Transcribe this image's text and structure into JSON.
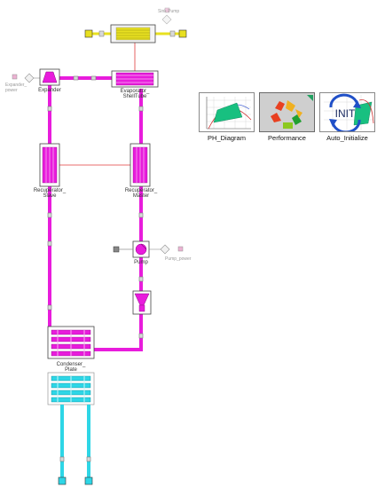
{
  "components": {
    "sink_pump": "Sink Pump",
    "expander_power": "Expander_\npower",
    "expander": "Expander",
    "evaporator": "Evaporator_\nShellTube",
    "recuperator_slave": "Recuperator_\nSlave",
    "recuperator_master": "Recuperator_\nMaster",
    "pump": "Pump",
    "pump_power": "Pump_power",
    "condenser": "Condenser_\nPlate"
  },
  "tools": [
    {
      "label": "PH_Diagram",
      "icon": "ph-diagram-chart-icon"
    },
    {
      "label": "Performance",
      "icon": "recycle-icon"
    },
    {
      "label": "Auto_Initialize",
      "icon": "init-refresh-icon"
    }
  ],
  "init_text": "INIT",
  "colors": {
    "working_fluid": "#e81cdc",
    "coolant": "#2ed6e6",
    "heat_source": "#e8e020",
    "heat_link": "#e03c3c"
  }
}
